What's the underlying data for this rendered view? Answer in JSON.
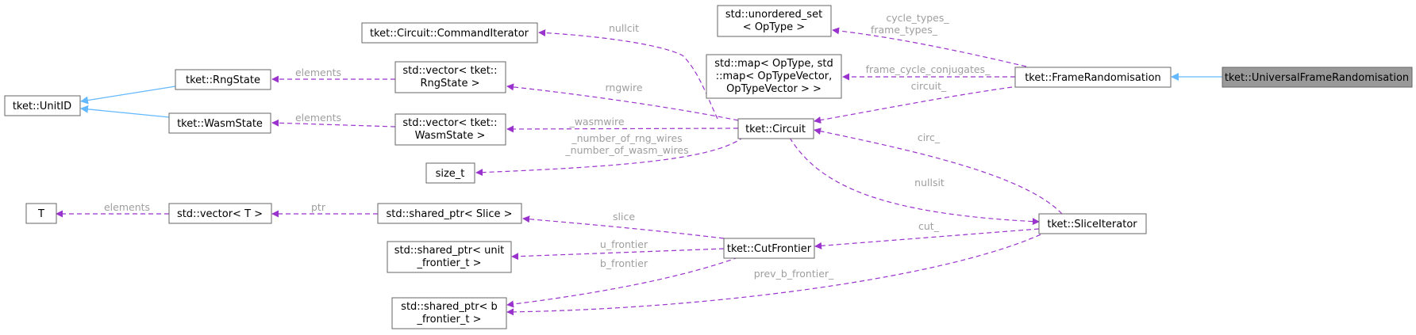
{
  "diagram": {
    "colors": {
      "dependency_edge": "#9a32cd",
      "inheritance_edge": "#63b8ff",
      "edge_label": "#9e9e9e",
      "highlight_fill": "#999999",
      "node_border": "#666666"
    },
    "nodes": {
      "universal_frame_randomisation": "tket::UniversalFrameRandomisation",
      "frame_randomisation": "tket::FrameRandomisation",
      "unordered_set": [
        "std::unordered_set",
        "< OpType >"
      ],
      "map": [
        "std::map< OpType, std",
        "::map< OpTypeVector,",
        "OpTypeVector > >"
      ],
      "circuit": "tket::Circuit",
      "command_iterator": "tket::Circuit::CommandIterator",
      "vector_rng_state": [
        "std::vector< tket::",
        "RngState >"
      ],
      "vector_wasm_state": [
        "std::vector< tket::",
        "WasmState >"
      ],
      "size_t": "size_t",
      "rng_state": "tket::RngState",
      "wasm_state": "tket::WasmState",
      "unit_id": "tket::UnitID",
      "slice_iterator": "tket::SliceIterator",
      "cut_frontier": "tket::CutFrontier",
      "shared_ptr_slice": "std::shared_ptr< Slice >",
      "shared_ptr_unit_frontier": [
        "std::shared_ptr< unit",
        "_frontier_t >"
      ],
      "shared_ptr_b_frontier": [
        "std::shared_ptr< b",
        "_frontier_t >"
      ],
      "vector_t": "std::vector< T >",
      "t": "T"
    },
    "edge_labels": {
      "cycle_types": [
        "cycle_types_",
        "frame_types_"
      ],
      "frame_cycle_conjugates": "frame_cycle_conjugates_",
      "circuit_": "circuit_",
      "nullcit": "nullcit",
      "rngwire": "rngwire",
      "wasmwire": "_wasmwire",
      "number_of_wires": [
        "_number_of_rng_wires",
        "_number_of_wasm_wires"
      ],
      "elements_rng": "elements",
      "elements_wasm": "elements",
      "circ_": "circ_",
      "nullsit": "nullsit",
      "cut_": "cut_",
      "slice": "slice",
      "u_frontier": "u_frontier",
      "b_frontier": "b_frontier",
      "prev_b_frontier": "prev_b_frontier_",
      "ptr": "ptr",
      "elements_t": "elements"
    }
  }
}
